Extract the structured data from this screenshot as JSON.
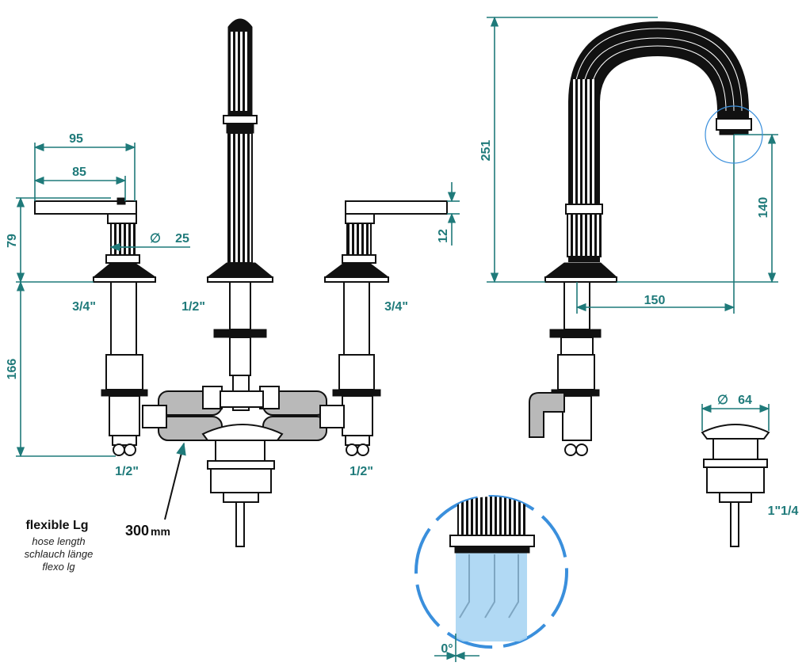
{
  "colors": {
    "dimension": "#1f7a7a",
    "ink": "#111111",
    "detail_circle": "#3a8fdc",
    "water": "#a9d5f3"
  },
  "dimensions": {
    "handle_outer_width": "95",
    "handle_inner_width": "85",
    "stem_diameter": "25",
    "diameter_symbol": "∅",
    "handle_height": "79",
    "handle_thickness": "12",
    "body_height": "166",
    "spout_height": "251",
    "outlet_height": "140",
    "spout_reach": "150",
    "drain_diameter": "64",
    "flow_angle": "0°"
  },
  "threads": {
    "left_valve": "3/4\"",
    "center_spout": "1/2\"",
    "right_valve": "3/4\"",
    "left_inlet": "1/2\"",
    "right_inlet": "1/2\"",
    "drain": "1\"1/4"
  },
  "hose": {
    "length_value": "300",
    "length_unit": "mm",
    "title": "flexible Lg",
    "line_de_en": "hose length",
    "line_de": "schlauch länge",
    "line_it": "flexo lg"
  }
}
